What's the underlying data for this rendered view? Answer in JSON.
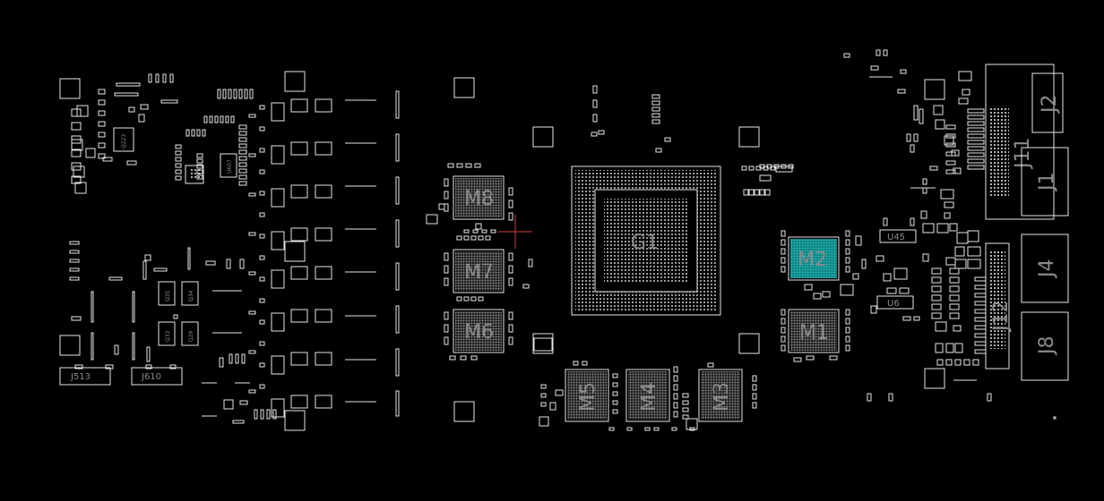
{
  "board": {
    "background": "#000000",
    "outline_color": "#e6e6e6",
    "label_color": "#8a8a8a",
    "highlight_color": "#19b5b5",
    "crosshair_color": "#d04040"
  },
  "labels": {
    "gpu": "G1",
    "mem_m1": "M1",
    "mem_m2": "M2",
    "mem_m3": "M3",
    "mem_m4": "M4",
    "mem_m5": "M5",
    "mem_m6": "M6",
    "mem_m7": "M7",
    "mem_m8": "M8",
    "j1": "J1",
    "j2": "J2",
    "j4": "J4",
    "j8": "J8",
    "j11": "J11",
    "j12": "J12",
    "j513": "J513",
    "j610": "J610",
    "u45": "U45",
    "u6": "U6",
    "q35": "Q35",
    "q34": "Q34",
    "q33": "Q33",
    "q29": "Q29",
    "q223": "Q223",
    "u607": "U607"
  }
}
